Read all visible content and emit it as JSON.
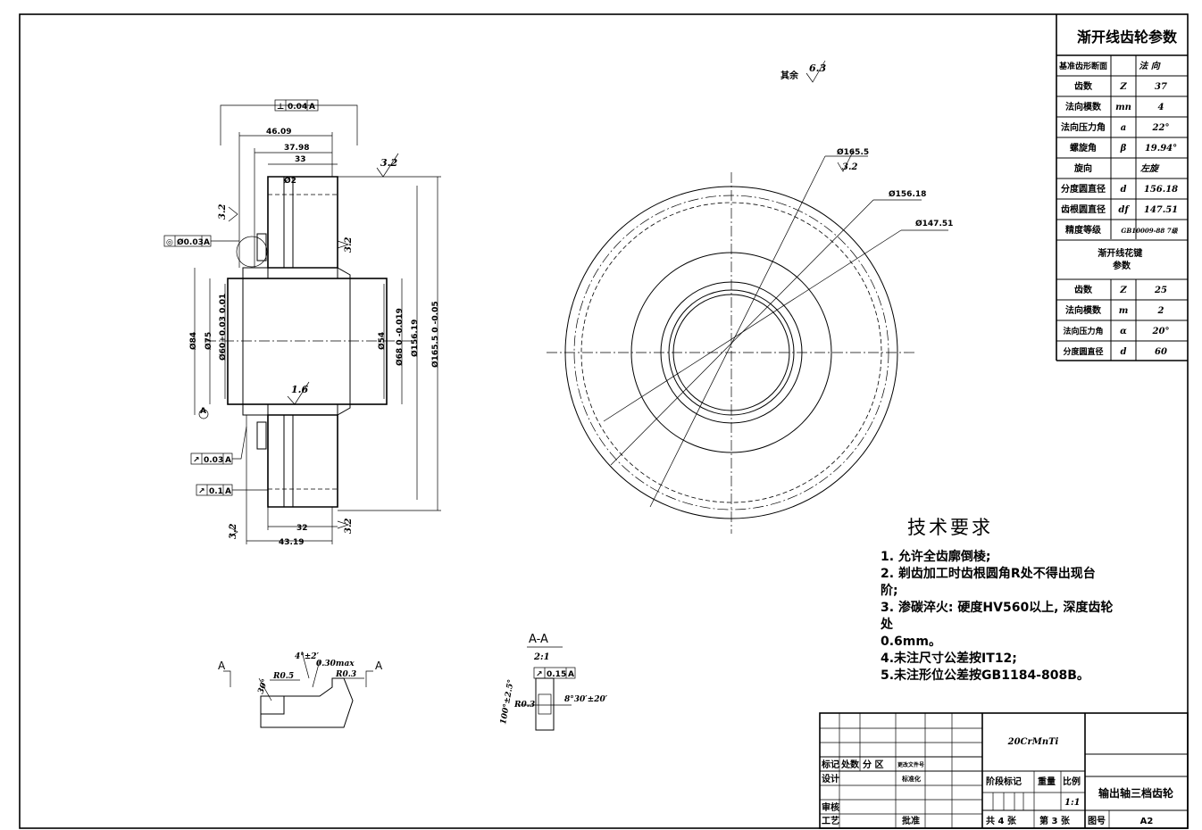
{
  "param_table": {
    "title": "渐开线齿轮参数",
    "rows": [
      {
        "name": "基准齿形断面",
        "symbol": "",
        "value": "法 向"
      },
      {
        "name": "齿数",
        "symbol": "Z",
        "value": "37"
      },
      {
        "name": "法向模数",
        "symbol": "mn",
        "value": "4"
      },
      {
        "name": "法向压力角",
        "symbol": "a",
        "value": "22°"
      },
      {
        "name": "螺旋角",
        "symbol": "β",
        "value": "19.94°"
      },
      {
        "name": "旋向",
        "symbol": "",
        "value": "左旋"
      },
      {
        "name": "分度圆直径",
        "symbol": "d",
        "value": "156.18"
      },
      {
        "name": "齿根圆直径",
        "symbol": "df",
        "value": "147.51"
      },
      {
        "name": "精度等级",
        "symbol": "",
        "value": "GB10009-88 7级"
      }
    ],
    "spline_title": "渐开线花键参数",
    "spline_rows": [
      {
        "name": "齿数",
        "symbol": "Z",
        "value": "25"
      },
      {
        "name": "法向模数",
        "symbol": "m",
        "value": "2"
      },
      {
        "name": "法向压力角",
        "symbol": "α",
        "value": "20°"
      },
      {
        "name": "分度圆直径",
        "symbol": "d",
        "value": "60"
      }
    ]
  },
  "requirements": {
    "title": "技术要求",
    "lines": [
      "1. 允许全齿廓倒棱;",
      "2. 剃齿加工时齿根圆角R处不得出现台",
      "阶;",
      "3. 渗碳淬火: 硬度HV560以上, 深度齿轮",
      "处",
      "0.6mm。",
      "4.未注尺寸公差按IT12;",
      "5.未注形位公差按GB1184-808B。"
    ]
  },
  "roughness_note": {
    "label": "其余",
    "value": "6.3"
  },
  "front_view": {
    "dims": [
      "Ø165.5",
      "Ø156.18",
      "Ø147.51"
    ],
    "roughness": "3.2"
  },
  "section_view": {
    "top_dims": [
      "46.09",
      "37.98",
      "33",
      "Ø2"
    ],
    "bottom_dims": [
      "32",
      "43.19"
    ],
    "dia_dims": [
      "Ø84",
      "Ø75",
      "Ø60+0.03 0.01",
      "Ø54",
      "Ø68 0 -0.019",
      "Ø156.19",
      "Ø165.5 0 -0.05"
    ],
    "roughness": [
      "3.2",
      "3.2",
      "3.2",
      "1.6",
      "3.2",
      "3.2"
    ],
    "tolerances": [
      {
        "symbol": "⊥",
        "value": "0.04",
        "datum": "A"
      },
      {
        "symbol": "◎",
        "value": "Ø0.03",
        "datum": "A"
      },
      {
        "symbol": "↗",
        "value": "0.03",
        "datum": "A"
      },
      {
        "symbol": "↗",
        "value": "0.1",
        "datum": "A"
      }
    ]
  },
  "detail_views": {
    "section_label": "A-A",
    "scale": "2:1",
    "detail_left": [
      "4°±2′",
      "0.30max",
      "R0.5",
      "R0.3",
      "30°"
    ],
    "detail_right": [
      "100°±2.5°",
      "R0.3",
      "8°30′±20′"
    ],
    "detail_tol": {
      "symbol": "↗",
      "value": "0.15",
      "datum": "A"
    },
    "cut_label": "A"
  },
  "title_block": {
    "material": "20CrMnTi",
    "part_name": "输出轴三档齿轮",
    "scale_label": "比例",
    "scale": "1:1",
    "stage_label": "阶段标记",
    "weight_label": "重量",
    "mark_label": "标记",
    "count_label": "处数",
    "zone_label": "分 区",
    "doc_label": "更改文件号",
    "design_label": "设计",
    "std_label": "标准化",
    "review_label": "审核",
    "process_label": "工艺",
    "approve_label": "批准",
    "sheets": "共 4 张",
    "sheet_no": "第 3 张",
    "drawing_no_label": "图号",
    "paper": "A2"
  }
}
